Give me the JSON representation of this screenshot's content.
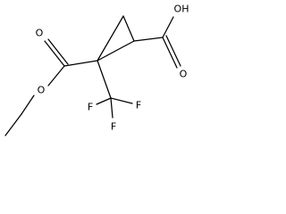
{
  "structure": {
    "atoms": {
      "ester_carbonyl_oxygen": "O",
      "ester_ether_oxygen": "O",
      "acid_hydroxyl": "OH",
      "acid_carbonyl_oxygen": "O",
      "fluorine_left": "F",
      "fluorine_right": "F",
      "fluorine_bottom": "F"
    }
  }
}
